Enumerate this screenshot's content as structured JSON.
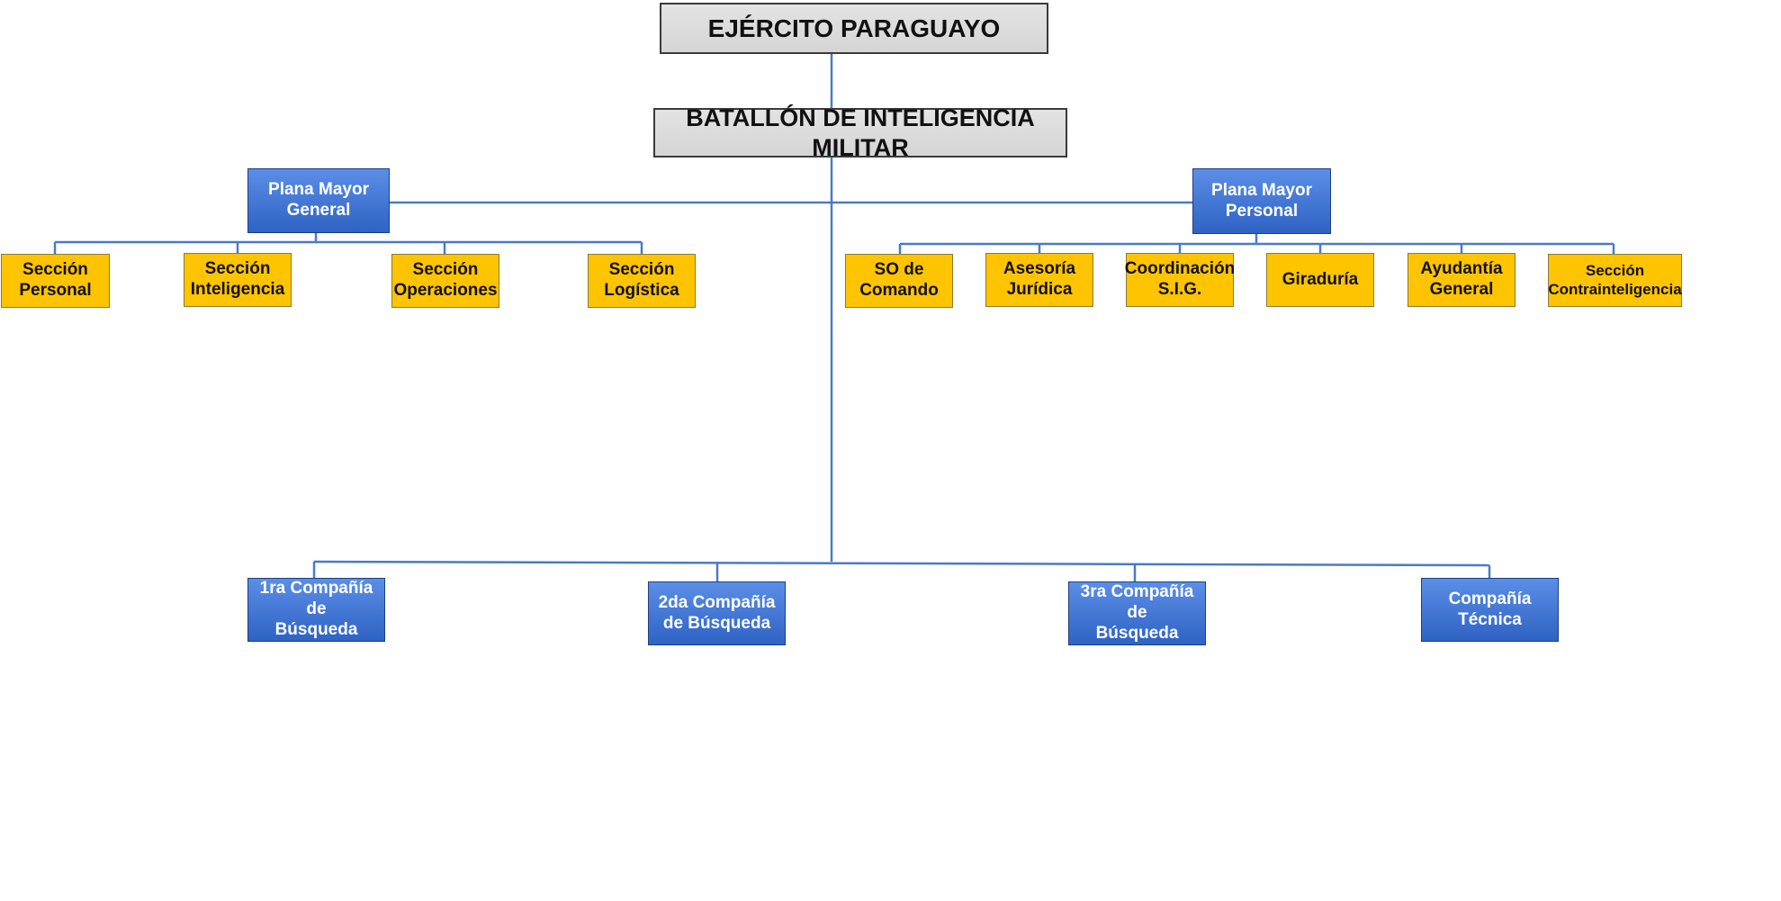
{
  "colors": {
    "connector": "#4a7ac9",
    "blue_box": "#3a6fd1",
    "yellow_box": "#ffc400",
    "grey_box": "#dcdcdc"
  },
  "root": {
    "label": "EJÉRCITO PARAGUAYO"
  },
  "battalion": {
    "label": "BATALLÓN DE INTELIGENCIA MILITAR"
  },
  "staff_general": {
    "label": "Plana Mayor\nGeneral",
    "sections": [
      {
        "label": "Sección\nPersonal"
      },
      {
        "label": "Sección\nInteligencia"
      },
      {
        "label": "Sección\nOperaciones"
      },
      {
        "label": "Sección\nLogística"
      }
    ]
  },
  "staff_personal": {
    "label": "Plana Mayor\nPersonal",
    "sections": [
      {
        "label": "SO de\nComando"
      },
      {
        "label": "Asesoría\nJurídica"
      },
      {
        "label": "Coordinación\nS.I.G."
      },
      {
        "label": "Giraduría"
      },
      {
        "label": "Ayudantía\nGeneral"
      },
      {
        "label": "Sección\nContrainteligencia"
      }
    ]
  },
  "companies": [
    {
      "label": "1ra Compañía de\nBúsqueda"
    },
    {
      "label": "2da Compañía\nde  Búsqueda"
    },
    {
      "label": "3ra Compañía de\nBúsqueda"
    },
    {
      "label": "Compañía\nTécnica"
    }
  ]
}
